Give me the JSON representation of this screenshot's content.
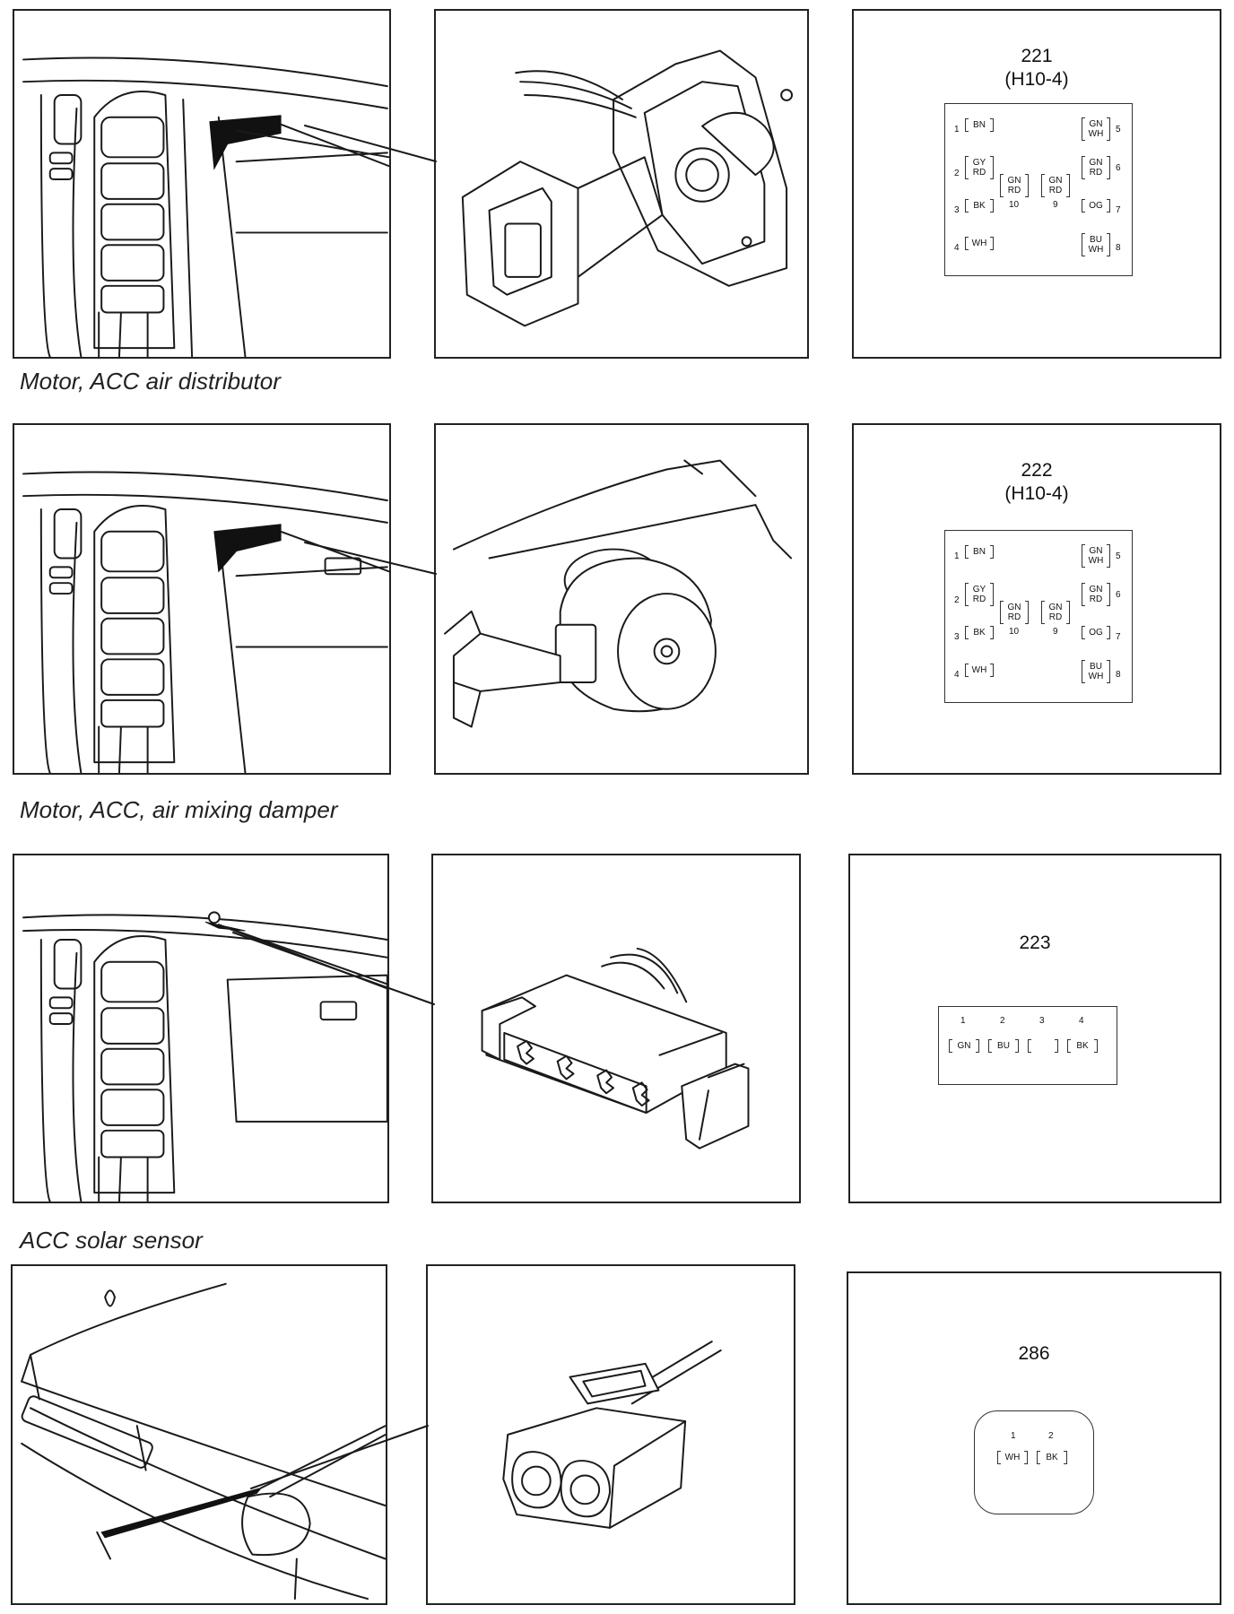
{
  "rows": [
    {
      "caption": "Motor, ACC air distributor",
      "connector": {
        "number": "221",
        "code": "(H10-4)",
        "pins": [
          {
            "n": "1",
            "w": [
              "BN"
            ]
          },
          {
            "n": "2",
            "w": [
              "GY",
              "RD"
            ]
          },
          {
            "n": "3",
            "w": [
              "BK"
            ]
          },
          {
            "n": "4",
            "w": [
              "WH"
            ]
          },
          {
            "n": "5",
            "w": [
              "GN",
              "WH"
            ]
          },
          {
            "n": "6",
            "w": [
              "GN",
              "RD"
            ]
          },
          {
            "n": "7",
            "w": [
              "OG"
            ]
          },
          {
            "n": "8",
            "w": [
              "BU",
              "WH"
            ]
          },
          {
            "n": "9",
            "w": [
              "GN",
              "RD"
            ]
          },
          {
            "n": "10",
            "w": [
              "GN",
              "RD"
            ]
          }
        ]
      }
    },
    {
      "caption": "Motor, ACC, air mixing damper",
      "connector": {
        "number": "222",
        "code": "(H10-4)",
        "pins": [
          {
            "n": "1",
            "w": [
              "BN"
            ]
          },
          {
            "n": "2",
            "w": [
              "GY",
              "RD"
            ]
          },
          {
            "n": "3",
            "w": [
              "BK"
            ]
          },
          {
            "n": "4",
            "w": [
              "WH"
            ]
          },
          {
            "n": "5",
            "w": [
              "GN",
              "WH"
            ]
          },
          {
            "n": "6",
            "w": [
              "GN",
              "RD"
            ]
          },
          {
            "n": "7",
            "w": [
              "OG"
            ]
          },
          {
            "n": "8",
            "w": [
              "BU",
              "WH"
            ]
          },
          {
            "n": "9",
            "w": [
              "GN",
              "RD"
            ]
          },
          {
            "n": "10",
            "w": [
              "GN",
              "RD"
            ]
          }
        ]
      }
    },
    {
      "caption": "ACC solar sensor",
      "connector": {
        "number": "223",
        "pins": [
          {
            "n": "1",
            "w": [
              "GN"
            ]
          },
          {
            "n": "2",
            "w": [
              "BU"
            ]
          },
          {
            "n": "3",
            "w": [
              ""
            ]
          },
          {
            "n": "4",
            "w": [
              "BK"
            ]
          }
        ]
      }
    },
    {
      "connector": {
        "number": "286",
        "pins": [
          {
            "n": "1",
            "w": [
              "WH"
            ]
          },
          {
            "n": "2",
            "w": [
              "BK"
            ]
          }
        ]
      }
    }
  ]
}
